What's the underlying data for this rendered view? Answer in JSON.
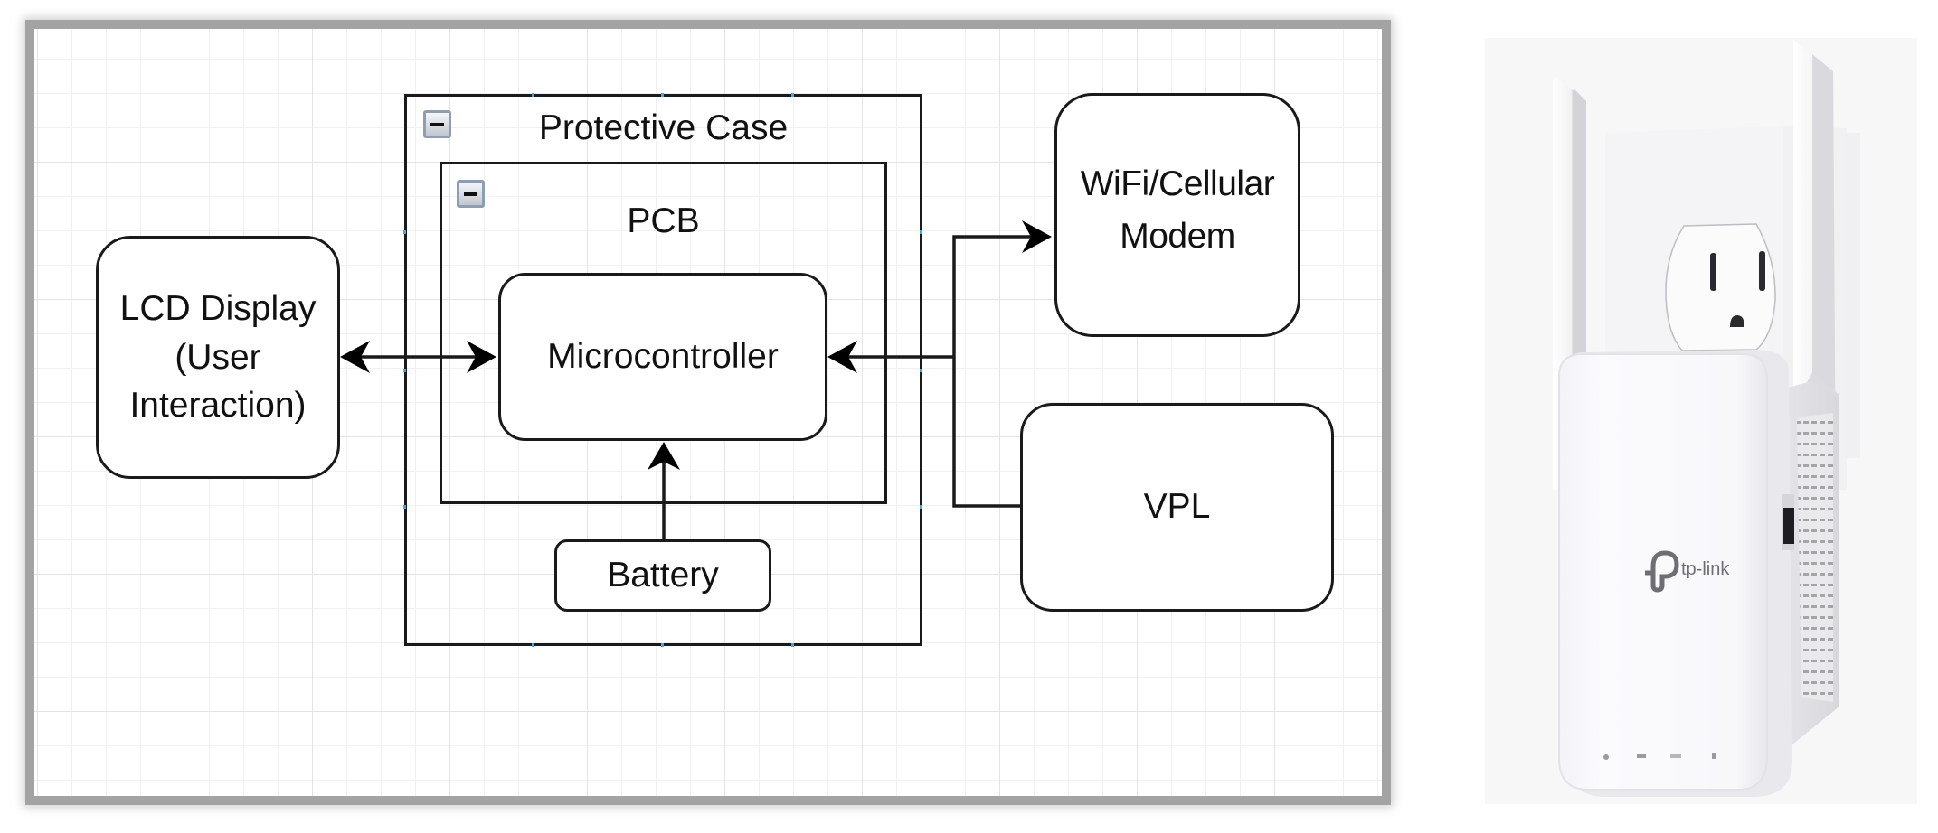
{
  "diagram": {
    "containers": {
      "protective_case": {
        "title": "Protective Case",
        "collapse_icon": "minus-square-icon"
      },
      "pcb": {
        "title": "PCB",
        "collapse_icon": "minus-square-icon"
      }
    },
    "nodes": {
      "microcontroller": {
        "label": "Microcontroller"
      },
      "battery": {
        "label": "Battery"
      },
      "lcd_display": {
        "lines": [
          "LCD Display",
          "(User",
          "Interaction)"
        ]
      },
      "wifi_modem": {
        "lines": [
          "WiFi/Cellular",
          "Modem"
        ]
      },
      "vpl": {
        "label": "VPL"
      }
    },
    "connections": [
      {
        "from": "LCD Display (User Interaction)",
        "to": "Microcontroller",
        "direction": "bidirectional"
      },
      {
        "from": "Battery",
        "to": "Microcontroller",
        "direction": "one-way"
      },
      {
        "from": "VPL",
        "to": "Microcontroller",
        "direction": "one-way"
      },
      {
        "from": "VPL",
        "to": "WiFi/Cellular Modem",
        "direction": "one-way"
      }
    ],
    "colors": {
      "stroke": "#1a1a1a",
      "frame_border": "#a3a3a3",
      "grid": "#f1f1f1",
      "collapse_icon_border": "#8d9db2"
    }
  },
  "photo": {
    "subject": "tp-link wifi range extender plugged into wall outlet",
    "brand_logo_text": "tp-link",
    "led_indicators": [
      "power-led",
      "wifi-led",
      "ethernet-led",
      "signal-led"
    ]
  }
}
